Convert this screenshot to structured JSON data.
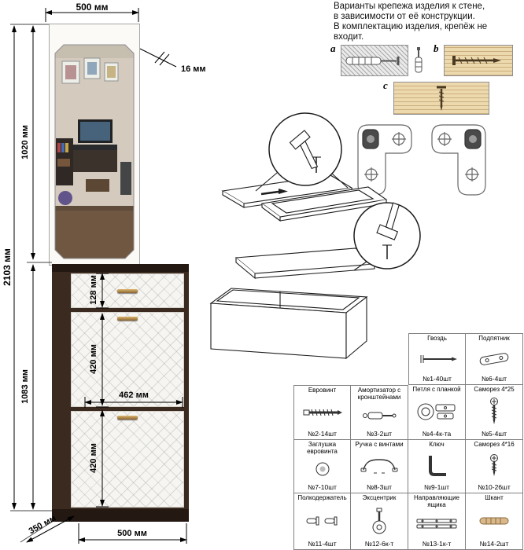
{
  "dimensions": {
    "width_top": "500 мм",
    "height_total": "2103 мм",
    "height_mirror": "1020 мм",
    "height_cabinet": "1083 мм",
    "panel_thickness": "16 мм",
    "drawer_height": "128 мм",
    "flap_upper_height": "420 мм",
    "flap_lower_height": "420 мм",
    "inner_width": "462 мм",
    "depth": "350 мм",
    "width_bottom": "500 мм"
  },
  "wall_note": {
    "line1": "Варианты крепежа изделия к стене,",
    "line2": "в зависимости от её конструкции.",
    "line3": "В комплектацию изделия, крепёж не",
    "line4": "входит."
  },
  "fasteners": {
    "a": "a",
    "b": "b",
    "c": "c"
  },
  "parts": {
    "row1": [
      {
        "name": "Гвоздь",
        "count": "№1-40шт",
        "icon": "nail-icon"
      },
      {
        "name": "Подпятник",
        "count": "№6-4шт",
        "icon": "footpad-icon"
      }
    ],
    "row2": [
      {
        "name": "Евровинт",
        "count": "№2-14шт",
        "icon": "euroscrew-icon"
      },
      {
        "name": "Амортизатор с кронштейнами",
        "count": "№3-2шт",
        "icon": "damper-icon"
      },
      {
        "name": "Петля с планкой",
        "count": "№4-4к-та",
        "icon": "hinge-icon"
      },
      {
        "name": "Саморез 4*25",
        "count": "№5-4шт",
        "icon": "screw-4x25-icon"
      }
    ],
    "row3": [
      {
        "name": "Заглушка евровинта",
        "count": "№7-10шт",
        "icon": "cap-icon"
      },
      {
        "name": "Ручка с винтами",
        "count": "№8-3шт",
        "icon": "handle-icon"
      },
      {
        "name": "Ключ",
        "count": "№9-1шт",
        "icon": "hex-key-icon"
      },
      {
        "name": "Саморез 4*16",
        "count": "№10-26шт",
        "icon": "screw-4x16-icon"
      }
    ],
    "row4": [
      {
        "name": "Полкодержатель",
        "count": "№11-4шт",
        "icon": "shelf-pin-icon"
      },
      {
        "name": "Эксцентрик",
        "count": "№12-6к-т",
        "icon": "cam-lock-icon"
      },
      {
        "name": "Направляющие ящика",
        "count": "№13-1к-т",
        "icon": "drawer-slide-icon"
      },
      {
        "name": "Шкант",
        "count": "№14-2шт",
        "icon": "dowel-icon"
      }
    ]
  }
}
